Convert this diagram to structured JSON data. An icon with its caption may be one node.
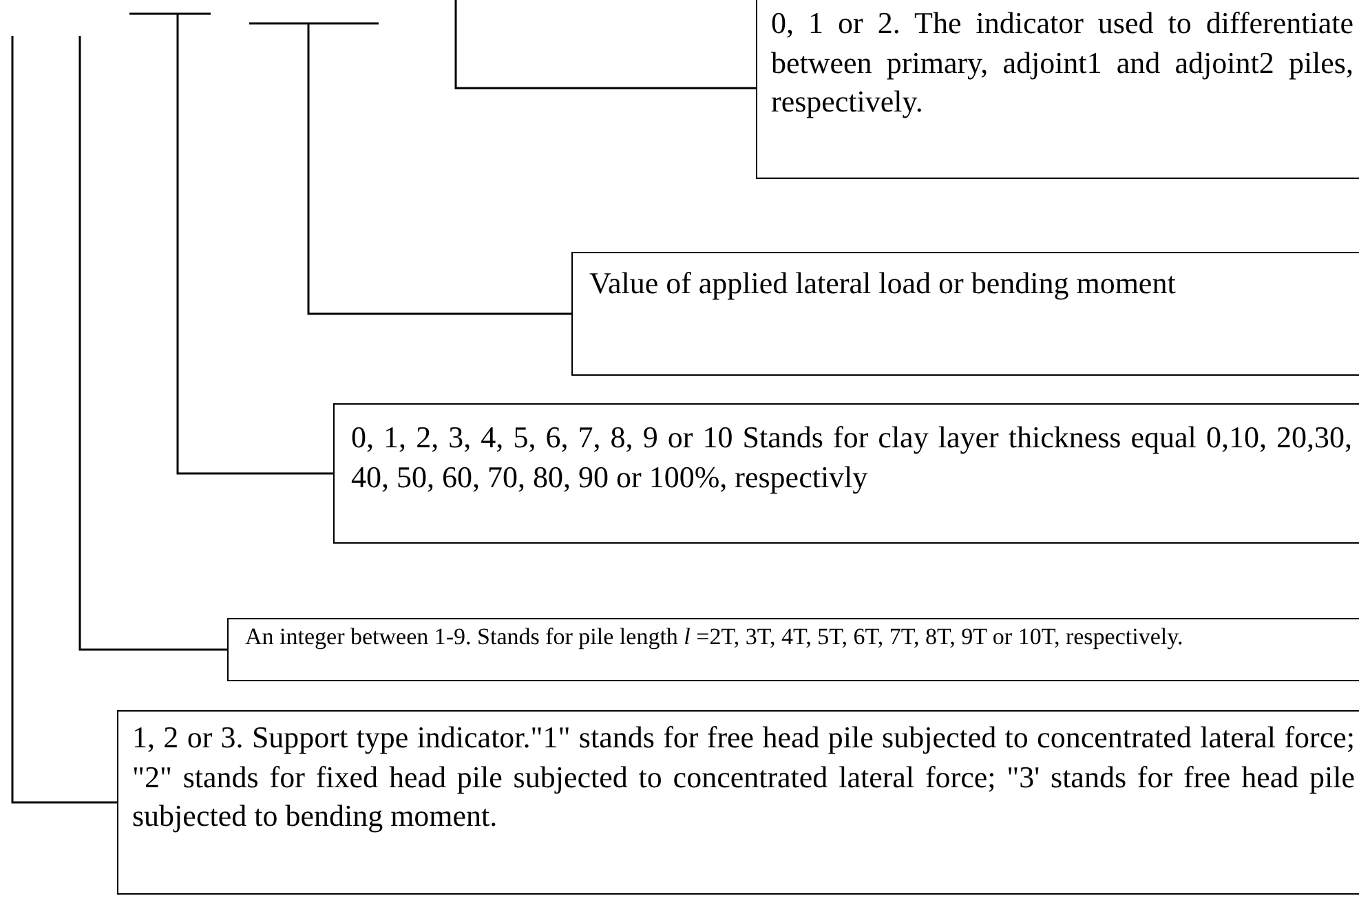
{
  "diagram": {
    "nodes": [
      {
        "text": [
          "0, 1 or 2. The indicator used to differentiate between primary, adjoint1 and adjoint2 piles, respectively."
        ]
      },
      {
        "text": [
          "Value of applied lateral load or bending moment"
        ]
      },
      {
        "text": [
          "0, 1, 2, 3, 4, 5, 6, 7, 8, 9 or 10 Stands for clay layer thickness equal 0,10, 20,30, 40, 50, 60, 70, 80, 90 or 100%, respectivly"
        ]
      },
      {
        "text": [
          "An integer between 1-9. Stands for pile length *l* =2T, 3T, 4T, 5T, 6T, 7T, 8T, 9T or 10T, respectively."
        ]
      },
      {
        "text": [
          "1, 2 or 3. Support type indicator.\"1\" stands for free head pile subjected to concentrated lateral force; \"2\" stands for fixed head pile subjected to concentrated lateral force; \"3' stands for  free head pile subjected to bending moment."
        ]
      }
    ],
    "edges": [
      {
        "from": null,
        "to": 0,
        "arrow": "none"
      },
      {
        "from": null,
        "to": 1,
        "arrow": "none"
      },
      {
        "from": null,
        "to": 2,
        "arrow": "none"
      },
      {
        "from": null,
        "to": 3,
        "arrow": "none"
      },
      {
        "from": null,
        "to": 4,
        "arrow": "none"
      }
    ]
  }
}
